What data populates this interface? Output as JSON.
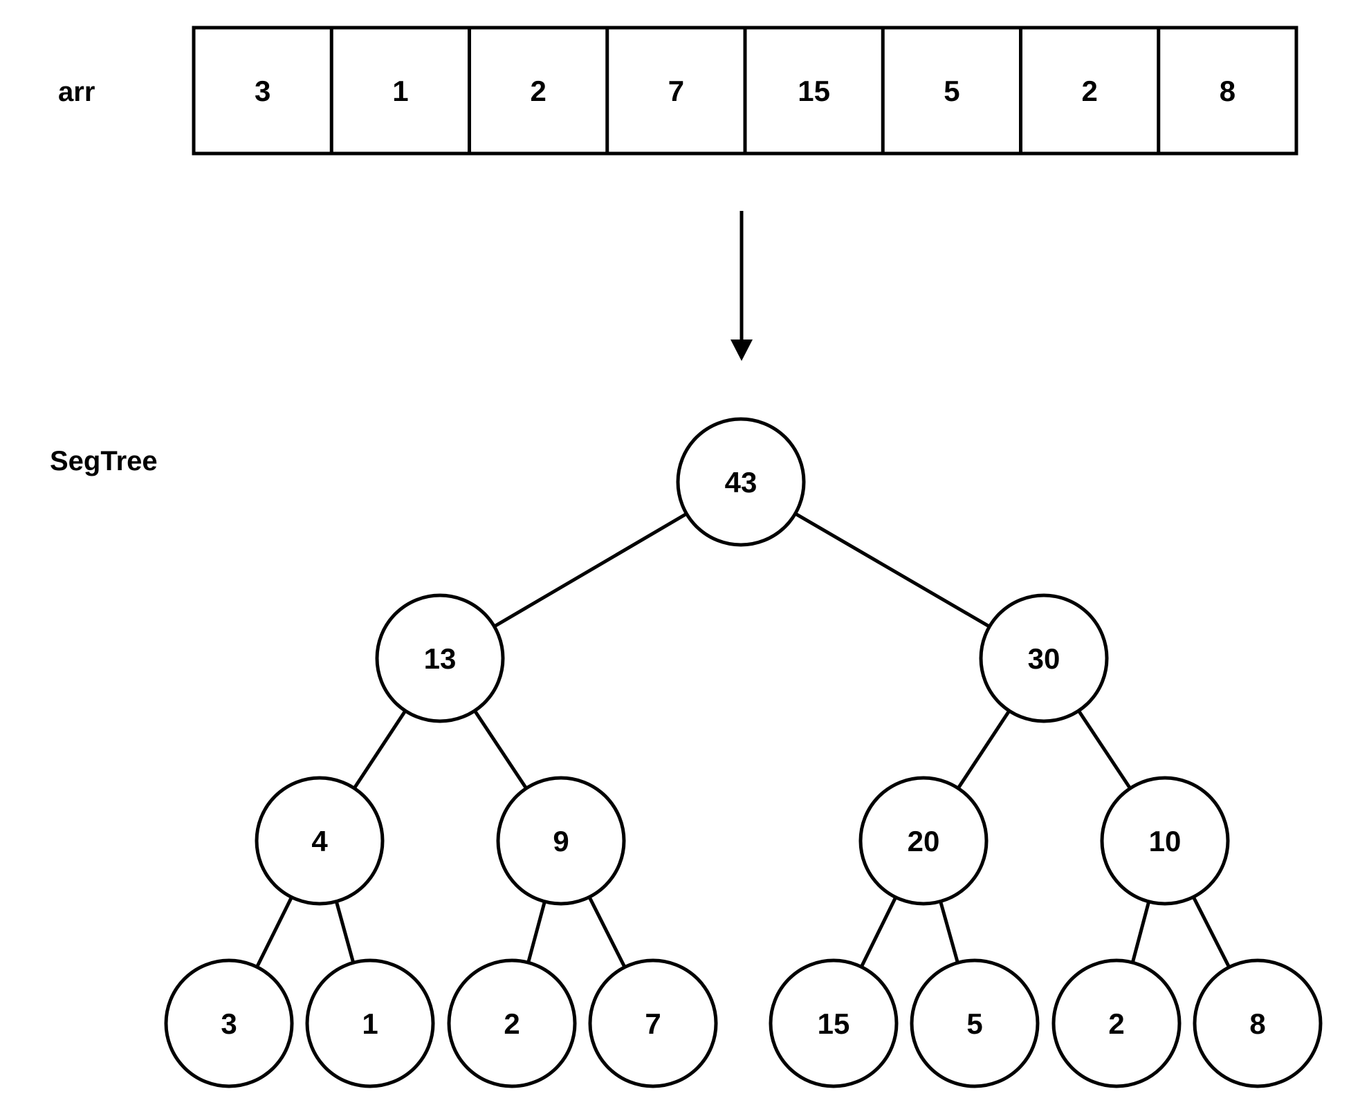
{
  "arr_label": "arr",
  "tree_label": "SegTree",
  "arr": [
    "3",
    "1",
    "2",
    "7",
    "15",
    "5",
    "2",
    "8"
  ],
  "tree": [
    {
      "id": 1,
      "value": "43",
      "parent": null
    },
    {
      "id": 2,
      "value": "13",
      "parent": 1
    },
    {
      "id": 3,
      "value": "30",
      "parent": 1
    },
    {
      "id": 4,
      "value": "4",
      "parent": 2
    },
    {
      "id": 5,
      "value": "9",
      "parent": 2
    },
    {
      "id": 6,
      "value": "20",
      "parent": 3
    },
    {
      "id": 7,
      "value": "10",
      "parent": 3
    },
    {
      "id": 8,
      "value": "3",
      "parent": 4
    },
    {
      "id": 9,
      "value": "1",
      "parent": 4
    },
    {
      "id": 10,
      "value": "2",
      "parent": 5
    },
    {
      "id": 11,
      "value": "7",
      "parent": 5
    },
    {
      "id": 12,
      "value": "15",
      "parent": 6
    },
    {
      "id": 13,
      "value": "5",
      "parent": 6
    },
    {
      "id": 14,
      "value": "2",
      "parent": 7
    },
    {
      "id": 15,
      "value": "8",
      "parent": 7
    }
  ],
  "colors": {
    "stroke": "#000000",
    "background": "#ffffff"
  }
}
